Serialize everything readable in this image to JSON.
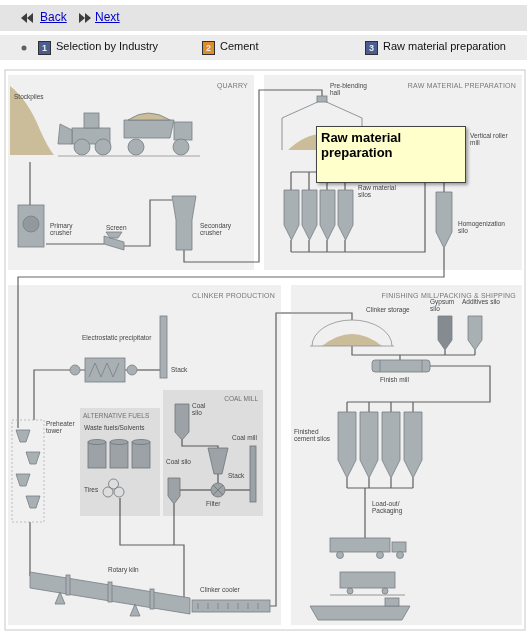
{
  "diagram": {
    "nodes": [
      {
        "text": [
          "Back",
          "Next"
        ]
      },
      {
        "text": [
          "Selection by Industry",
          "Cement",
          "Raw material preparation"
        ]
      },
      {
        "text": [
          "1"
        ],
        "in": 1
      },
      {
        "text": [
          "2"
        ],
        "in": 1
      },
      {
        "text": [
          "3"
        ],
        "in": 1
      },
      {
        "text": [
          "QUARRY"
        ]
      },
      {
        "text": [
          "RAW MATERIAL PREPARATION"
        ]
      },
      {
        "text": [
          "Raw material preparation"
        ]
      },
      {
        "text": [
          "CLINKER PRODUCTION"
        ]
      },
      {
        "text": [
          "ALTERNATIVE FUELS"
        ],
        "in": 8
      },
      {
        "text": [
          "COAL MILL"
        ],
        "in": 8
      },
      {
        "text": [
          "FINISHING MILL/PACKING & SHIPPING"
        ]
      }
    ],
    "edges": [
      {
        "from": 5,
        "to": 6,
        "arrow": "none"
      },
      {
        "from": 6,
        "to": 8,
        "arrow": "none"
      },
      {
        "from": 8,
        "to": 11,
        "arrow": "none"
      }
    ],
    "labels": [
      "Stockpiles",
      "Primary crusher",
      "Screen",
      "Secondary crusher",
      "Pre-blending hall",
      "Vertical roller mill",
      "Raw material silos",
      "Homogenization silo",
      "Electrostatic precipitator",
      "Stack",
      "Preheater tower",
      "Waste fuels/Solvents",
      "Tires",
      "Coal silo",
      "Coal mill",
      "Coal silo",
      "Stack",
      "Filter",
      "Rotary kiln",
      "Clinker cooler",
      "Clinker storage",
      "Gypsum silo",
      "Additives silo",
      "Finish mill",
      "Finished cement silos",
      "Load-out/ Packaging"
    ]
  }
}
